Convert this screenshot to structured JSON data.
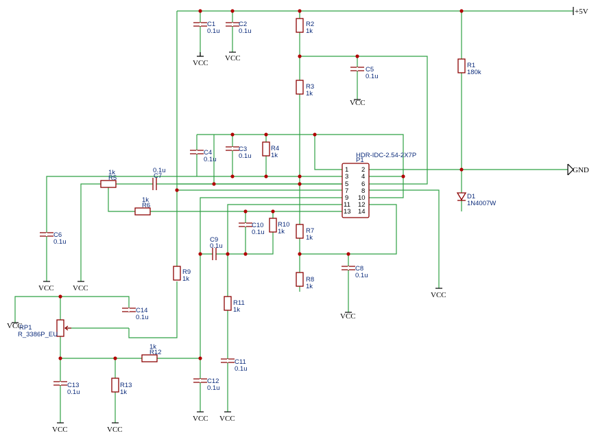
{
  "power": {
    "vcc": "VCC",
    "plus5v": "+5V",
    "gnd": "GND"
  },
  "connector": {
    "ref": "P1",
    "value": "HDR-IDC-2.54-2X7P",
    "pins": [
      "1",
      "2",
      "3",
      "4",
      "5",
      "6",
      "7",
      "8",
      "9",
      "10",
      "11",
      "12",
      "13",
      "14"
    ]
  },
  "diode": {
    "ref": "D1",
    "value": "1N4007W"
  },
  "pot": {
    "ref": "RP1",
    "value": "R_3386P_EU"
  },
  "resistors": {
    "R1": {
      "ref": "R1",
      "value": "180k"
    },
    "R2": {
      "ref": "R2",
      "value": "1k"
    },
    "R3": {
      "ref": "R3",
      "value": "1k"
    },
    "R4": {
      "ref": "R4",
      "value": "1k"
    },
    "R5": {
      "ref": "R5",
      "value": "1k"
    },
    "R6": {
      "ref": "R6",
      "value": "1k"
    },
    "R7": {
      "ref": "R7",
      "value": "1k"
    },
    "R8": {
      "ref": "R8",
      "value": "1k"
    },
    "R9": {
      "ref": "R9",
      "value": "1k"
    },
    "R10": {
      "ref": "R10",
      "value": "1k"
    },
    "R11": {
      "ref": "R11",
      "value": "1k"
    },
    "R12": {
      "ref": "R12",
      "value": "1k"
    },
    "R13": {
      "ref": "R13",
      "value": "1k"
    }
  },
  "capacitors": {
    "C1": {
      "ref": "C1",
      "value": "0.1u"
    },
    "C2": {
      "ref": "C2",
      "value": "0.1u"
    },
    "C3": {
      "ref": "C3",
      "value": "0.1u"
    },
    "C4": {
      "ref": "C4",
      "value": "0.1u"
    },
    "C5": {
      "ref": "C5",
      "value": "0.1u"
    },
    "C6": {
      "ref": "C6",
      "value": "0.1u"
    },
    "C7": {
      "ref": "C7",
      "value": "0.1u"
    },
    "C8": {
      "ref": "C8",
      "value": "0.1u"
    },
    "C9": {
      "ref": "C9",
      "value": "0.1u"
    },
    "C10": {
      "ref": "C10",
      "value": "0.1u"
    },
    "C11": {
      "ref": "C11",
      "value": "0.1u"
    },
    "C12": {
      "ref": "C12",
      "value": "0.1u"
    },
    "C13": {
      "ref": "C13",
      "value": "0.1u"
    },
    "C14": {
      "ref": "C14",
      "value": "0.1u"
    }
  },
  "colors": {
    "wire": "#2ea043",
    "component": "#8b0000",
    "junction": "#b00000",
    "label": "#0a2a7a"
  }
}
